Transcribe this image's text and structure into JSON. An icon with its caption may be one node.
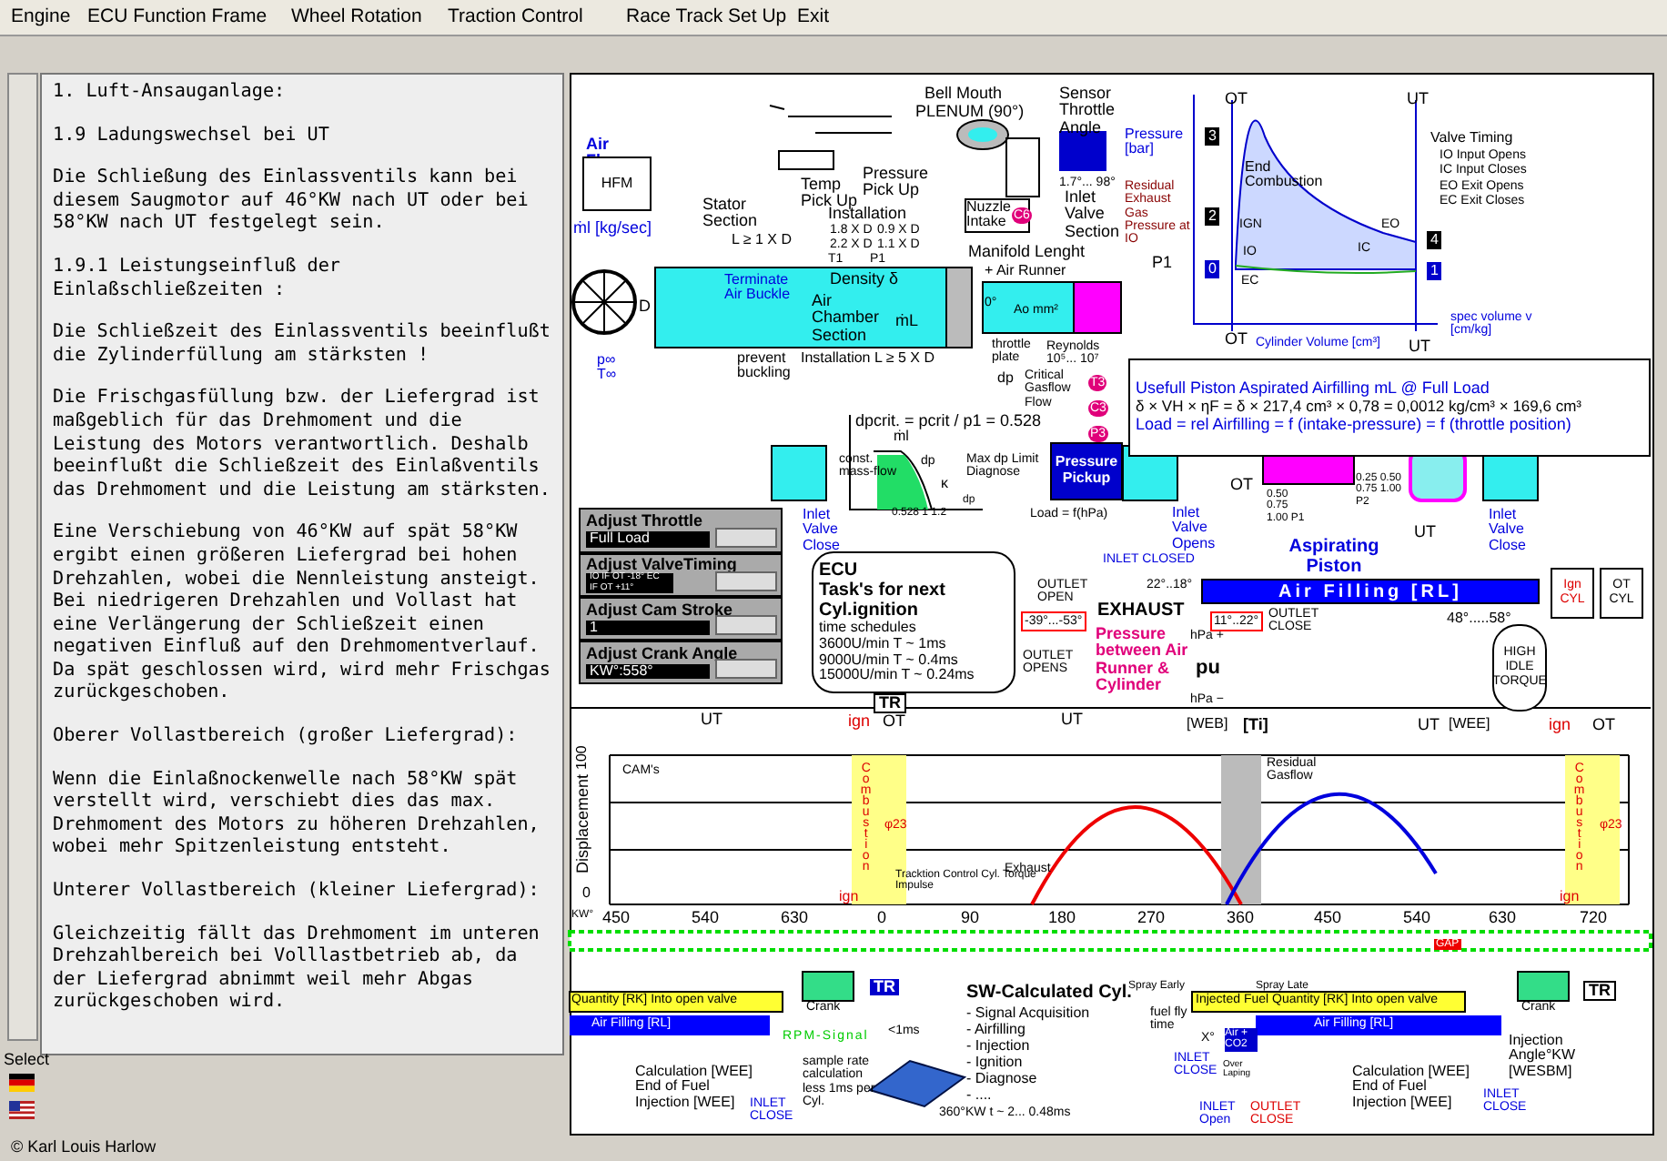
{
  "diagram": {
    "nodes": [
      {
        "text": [
          "HFM"
        ]
      },
      {
        "text": [
          "Pressure Pickup"
        ]
      },
      {
        "text": [
          "Usefull Piston Aspirated Airfilling mL @ Full Load",
          "δ × VH × ηF = δ × 217,4 cm³ × 0,78 = 0,0012 kg/cm³ × 169,6 cm³",
          "Load = rel Airfilling = f (intake-pressure) = f (throttle position)"
        ]
      },
      {
        "text": [
          "ECU",
          "Task's for next Cyl.ignition",
          "time schedules",
          "3600U/min T ~ 1ms",
          "9000U/min T ~ 0.4ms",
          "15000U/min T ~ 0.24ms"
        ]
      },
      {
        "text": [
          "Adjust Throttle",
          "Full Load"
        ]
      },
      {
        "text": [
          "Adjust ValveTiming",
          "IO IF OT -18° EC IF OT +11°"
        ]
      },
      {
        "text": [
          "Adjust Cam Stroke",
          "1"
        ]
      },
      {
        "text": [
          "Adjust Crank Angle",
          "KW°:558°"
        ]
      },
      {
        "text": [
          "Ign CYL"
        ]
      },
      {
        "text": [
          "OT CYL"
        ]
      },
      {
        "text": [
          "HIGH",
          "IDLE",
          "TORQUE"
        ]
      },
      {
        "text": [
          "Air Filling [RL]"
        ]
      }
    ],
    "labels": [
      "Engine",
      "ECU Function Frame",
      "Wheel Rotation",
      "Traction Control",
      "Race Track Set Up",
      "Exit",
      "1. Luft-Ansauganlage:",
      "1.9 Ladungswechsel bei UT",
      "Die Schließung des Einlassventils kann bei diesem Saugmotor auf 46°KW nach UT oder bei 58°KW nach UT festgelegt sein.",
      "1.9.1 Leistungseinfluß der Einlaßschließzeiten :",
      "Die Schließzeit des Einlassventils beeinflußt die Zylinderfüllung am stärksten !",
      "Die Frischgasfüllung bzw. der Liefergrad ist maßgeblich für das Drehmoment und die Leistung des Motors verantwortlich. Deshalb beeinflußt die Schließzeit des Einlaßventils das Drehmoment und die Leistung am stärksten.",
      "Eine Verschiebung von 46°KW auf spät 58°KW ergibt einen größeren Liefergrad bei hohen Drehzahlen, wobei die Nennleistung ansteigt. Bei niedrigeren Drehzahlen und Vollast hat eine Verlängerung der Schließzeit einen negativen Einfluß auf den Drehmomentverlauf. Da spät geschlossen wird, wird mehr Frischgas zurückgeschoben.",
      "Oberer Vollastbereich (großer Liefergrad):",
      "Wenn die Einlaßnockenwelle nach 58°KW spät verstellt wird, verschiebt dies das max. Drehmoment des Motors zu höheren Drehzahlen, wobei mehr Spitzenleistung entsteht.",
      "Unterer Vollastbereich (kleiner Liefergrad):",
      "Gleichzeitig fällt das Drehmoment im unteren Drehzahlbereich bei Volllastbetrieb ab, da der Liefergrad abnimmt weil mehr Abgas zurückgeschoben wird.",
      "Select",
      "© Karl Louis Harlow",
      "Bell Mouth",
      "PLENUM (90°)",
      "Sensor Throttle Angle",
      "1.7°... 98°",
      "Air Flow",
      "ṁl [kg/sec]",
      "Temp Pick Up",
      "Pressure Pick Up",
      "Stator Section",
      "L ≥ 1 X D",
      "Installation",
      "1.8 X D",
      "2.2 X D",
      "0.9 X D",
      "1.1 X D",
      "T1",
      "P1",
      "Nuzzle Intake",
      "Inlet Valve Section",
      "Manifold Lenght",
      "+ Air Runner",
      "D",
      "Terminate Air Buckle",
      "Density δ",
      "Air Chamber Section",
      "ṁL",
      "0°",
      "Ao mm²",
      "p∞ T∞",
      "prevent buckling",
      "Installation L ≥ 5 X D",
      "throttle plate",
      "Reynolds 10⁵... 10⁷",
      "dp",
      "Critical Gasflow Flow",
      "T3",
      "C3",
      "P3",
      "C6",
      "dpcrit. = pcrit / p1 = 0.528",
      "ṁl",
      "const. mass-flow",
      "dp",
      "κ",
      "Max dp Limit Diagnose",
      "0.528 1 1.2",
      "dp",
      "Load = f(hPa)",
      "OT",
      "UT",
      "Pressure [bar]",
      "3",
      "2",
      "0",
      "4",
      "1",
      "End Combustion",
      "IGN",
      "IO",
      "IC",
      "EO",
      "EC",
      "Residual Exhaust Gas Pressure at IO",
      "P1",
      "Valve Timing",
      "IO Input Opens",
      "IC Input Closes",
      "EO Exit Opens",
      "EC Exit Closes",
      "OT",
      "Cylinder Volume [cm³]",
      "UT",
      "spec volume v [cm/kg]",
      "Inlet Valve Close",
      "Inlet Valve Opens",
      "OT",
      "0.50 0.75 1.00 P1",
      "0.25 0.50 0.75 1.00 P2",
      "UT",
      "Inlet Valve Close",
      "INLET CLOSED",
      "Aspirating Piston",
      "22°..18°",
      "OUTLET OPEN",
      "-39°...-53°",
      "EXHAUST",
      "Pressure between Air Runner & Cylinder",
      "OUTLET OPENS",
      "11°..22°",
      "OUTLET CLOSE",
      "hPa +",
      "pu",
      "hPa −",
      "48°.....58°",
      "TR",
      "UT",
      "ign",
      "OT",
      "UT",
      "[WEB]",
      "[Ti]",
      "UT",
      "[WEE]",
      "ign",
      "OT",
      "100",
      "0",
      "Displacement",
      "CAM's",
      "Combustion",
      "φ23",
      "Combustion",
      "φ23",
      "Residual Gasflow",
      "Exhaust",
      "Tracktion Control Cyl. Torque Impulse",
      "KW°",
      "450",
      "540",
      "630",
      "0",
      "90",
      "180",
      "270",
      "360",
      "450",
      "540",
      "630",
      "720",
      "ign",
      "ign",
      "GAP",
      "Quantity [RK] Into open valve",
      "Air Filling [RL]",
      "Crank",
      "RPM-Signal",
      "TR",
      "<1ms",
      "SW-Calculated Cyl.",
      "- Signal Acquisition",
      "- Airfilling",
      "- Injection",
      "- Ignition",
      "- Diagnose",
      "- ....",
      "sample rate calculation less 1ms per Cyl.",
      "360°KW t ~ 2... 0.48ms",
      "Calculation [WEE] End of Fuel Injection [WEE]",
      "INLET CLOSE",
      "Spray Early",
      "Spray Late",
      "fuel fly time",
      "Injected Fuel Quantity [RK] Into open valve",
      "X°",
      "Air + CO2",
      "Air Filling [RL]",
      "Crank",
      "TR",
      "Injection Angle°KW [WESBM]",
      "INLET CLOSE",
      "Over Laping",
      "INLET Open",
      "OUTLET CLOSE",
      "Calculation [WEE] End of Fuel Injection [WEE]",
      "INLET CLOSE"
    ]
  }
}
